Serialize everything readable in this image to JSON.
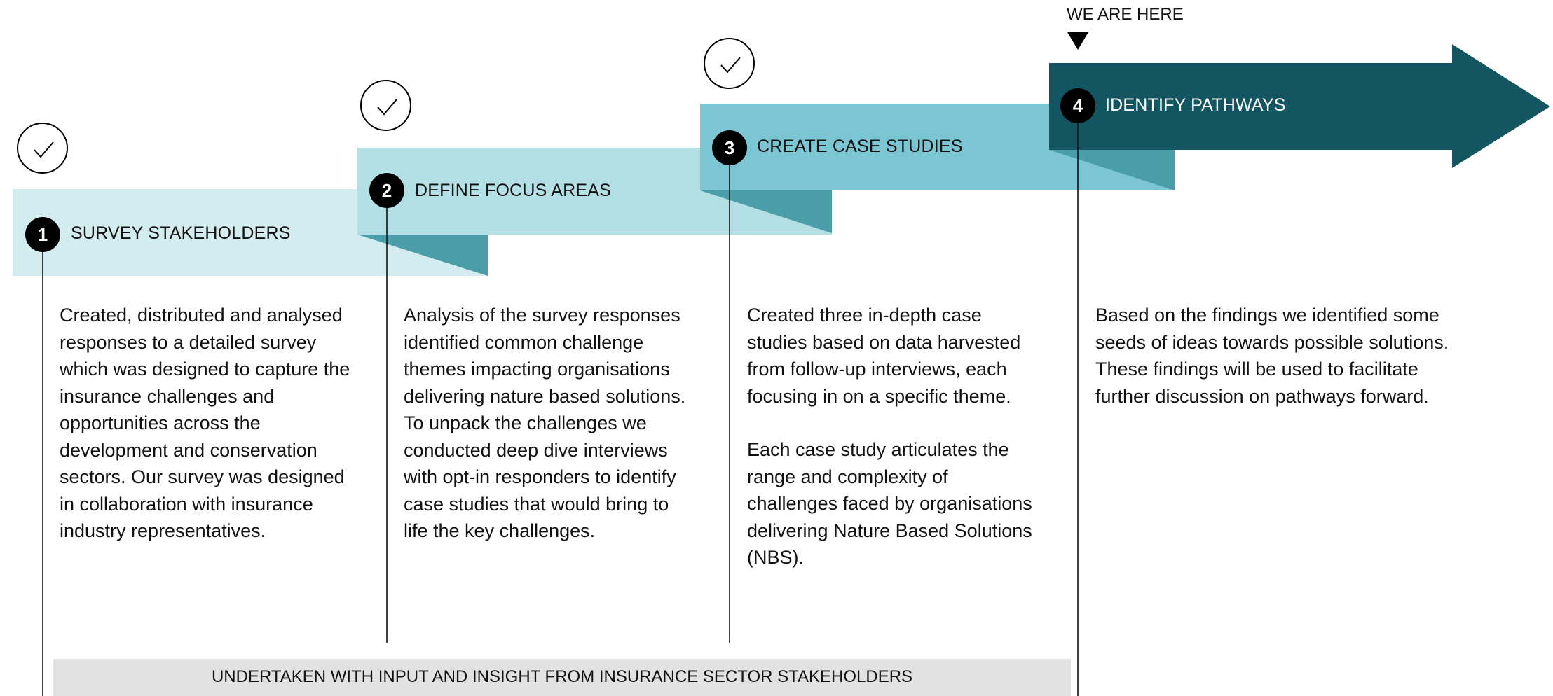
{
  "marker": {
    "label": "WE ARE HERE"
  },
  "steps": [
    {
      "number": "1",
      "title": "SURVEY STAKEHOLDERS",
      "completed": true,
      "color": "#d3ecef",
      "description": [
        "Created, distributed and analysed responses to a detailed survey which was designed to capture the insurance challenges and opportunities across the development and conservation sectors. Our survey was designed in collaboration with insurance industry representatives."
      ]
    },
    {
      "number": "2",
      "title": "DEFINE FOCUS AREAS",
      "completed": true,
      "color": "#b3dfe5",
      "description": [
        "Analysis of the survey responses identified common challenge themes impacting organisations delivering nature based solutions. To unpack the challenges we conducted deep dive interviews with opt-in responders to identify case studies that would bring to life the key challenges."
      ]
    },
    {
      "number": "3",
      "title": "CREATE CASE STUDIES",
      "completed": true,
      "color": "#7cc6d3",
      "description": [
        "Created three in-depth case studies based on data harvested from follow-up interviews, each focusing in on a specific theme.",
        "Each case study articulates the range and complexity of challenges faced by organisations delivering Nature Based Solutions (NBS)."
      ]
    },
    {
      "number": "4",
      "title": "IDENTIFY PATHWAYS",
      "completed": false,
      "color": "#135560",
      "description": [
        "Based on the findings we identified some seeds of ideas towards possible solutions. These findings will be used to facilitate further discussion on pathways forward."
      ]
    }
  ],
  "footer": {
    "label": "UNDERTAKEN WITH INPUT AND INSIGHT FROM INSURANCE SECTOR STAKEHOLDERS"
  },
  "colors": {
    "fold": "#4a9ea8",
    "marker": "#000000"
  }
}
